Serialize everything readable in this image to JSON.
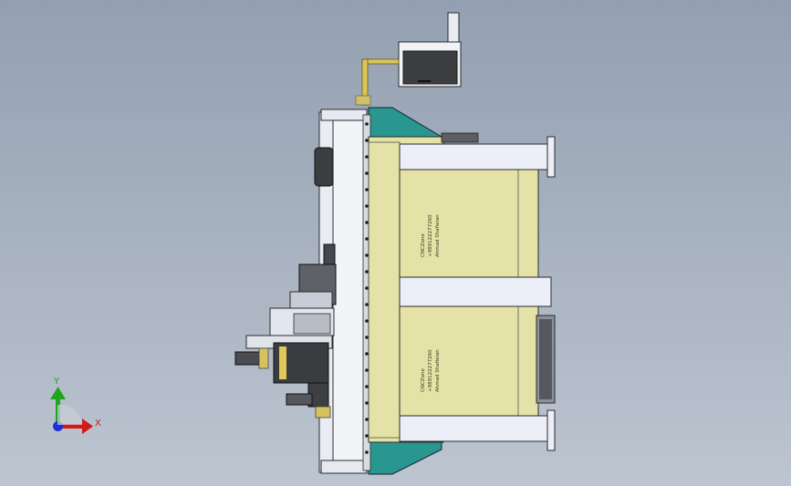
{
  "triad": {
    "y_label": "Y",
    "x_label": "X",
    "colors": {
      "y": "#1fa51f",
      "x": "#d21a1a",
      "z": "#1f2fd6"
    }
  },
  "panel_upper": {
    "line1": "CNCZone",
    "line2": "+989122277260",
    "line3": "Ahmad Shafieian"
  },
  "panel_lower": {
    "line1": "CNCZone",
    "line2": "+989122277260",
    "line3": "Ahmad Shafieian"
  },
  "colors": {
    "panel": "#e4e2a6",
    "teal": "#2a9690",
    "frame": "#e9ecf3",
    "dark": "#2e3033"
  }
}
